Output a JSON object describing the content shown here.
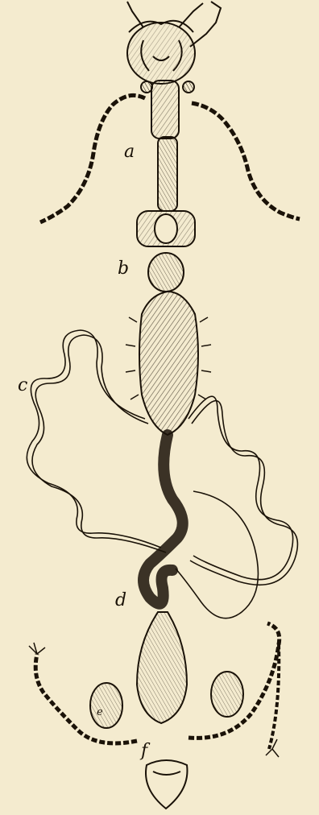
{
  "figure": {
    "labels": {
      "a": "a",
      "b": "b",
      "c": "c",
      "d": "d",
      "e": "e",
      "f": "f"
    }
  },
  "colors": {
    "paper": "#f4ebcf",
    "ink": "#1a1208"
  }
}
